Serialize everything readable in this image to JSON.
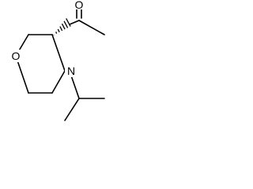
{
  "molecule": {
    "atoms": {
      "ring_oxygen": "O",
      "ring_nitrogen": "N",
      "carbonyl_oxygen": "O"
    },
    "colors": {
      "bond": "#000000",
      "background": "#ffffff"
    }
  }
}
